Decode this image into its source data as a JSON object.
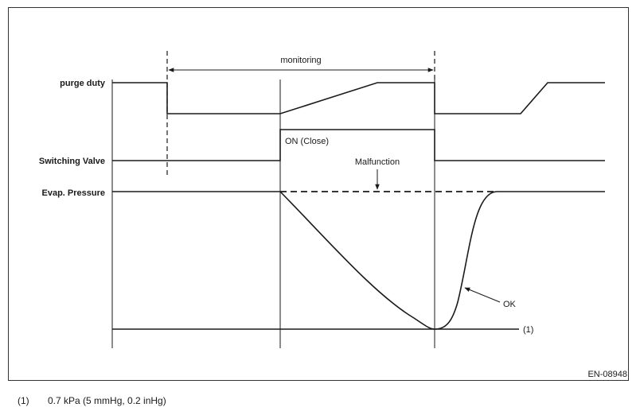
{
  "diagram": {
    "signals": {
      "purge_duty": "purge duty",
      "switching_valve": "Switching Valve",
      "evap_pressure": "Evap. Pressure"
    },
    "annotations": {
      "monitoring": "monitoring",
      "valve_on": "ON (Close)",
      "malfunction": "Malfunction",
      "ok": "OK",
      "reference_marker": "(1)"
    },
    "figure_code": "EN-08948"
  },
  "footnote": {
    "label": "(1)",
    "text": "0.7 kPa (5 mmHg, 0.2 inHg)"
  }
}
